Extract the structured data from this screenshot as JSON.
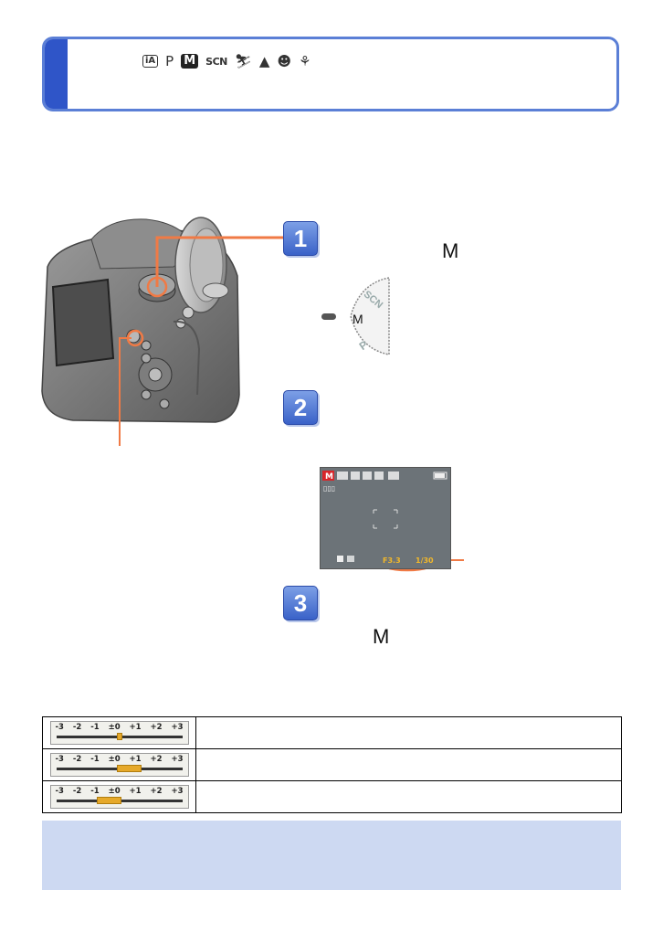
{
  "header": {
    "mode_icons": [
      {
        "label": "iA",
        "style": "ia",
        "icon": "intelligent-auto-icon"
      },
      {
        "label": "P",
        "style": "plain",
        "icon": "program-mode-icon"
      },
      {
        "label": "M",
        "style": "m-box",
        "icon": "manual-mode-icon"
      },
      {
        "label": "SCN",
        "style": "scn",
        "icon": "scene-mode-icon"
      },
      {
        "label": "⛷",
        "style": "plain",
        "icon": "sports-mode-icon"
      },
      {
        "label": "▲",
        "style": "plain",
        "icon": "scenery-mode-icon"
      },
      {
        "label": "☻",
        "style": "plain",
        "icon": "portrait-mode-icon"
      },
      {
        "label": "⚘",
        "style": "plain",
        "icon": "creative-mode-icon"
      }
    ]
  },
  "steps": [
    {
      "number": "1",
      "m_label": "M"
    },
    {
      "number": "2"
    },
    {
      "number": "3",
      "m_label": "M"
    }
  ],
  "mode_dial": {
    "labels": [
      "SCN",
      "M",
      "P"
    ]
  },
  "lcd": {
    "mode_badge": "M",
    "aperture": "F3.3",
    "shutter": "1/30"
  },
  "ev_scale": {
    "labels": [
      "-3",
      "-2",
      "-1",
      "±0",
      "+1",
      "+2",
      "+3"
    ],
    "rows": [
      {
        "marker_from": 0,
        "marker_to": 0
      },
      {
        "marker_from": 0,
        "marker_to": 1
      },
      {
        "marker_from": -1,
        "marker_to": 0
      }
    ]
  },
  "colors": {
    "accent_blue": "#2f55c8",
    "callout_orange": "#f07a45",
    "note_background": "#cdd9f2"
  }
}
